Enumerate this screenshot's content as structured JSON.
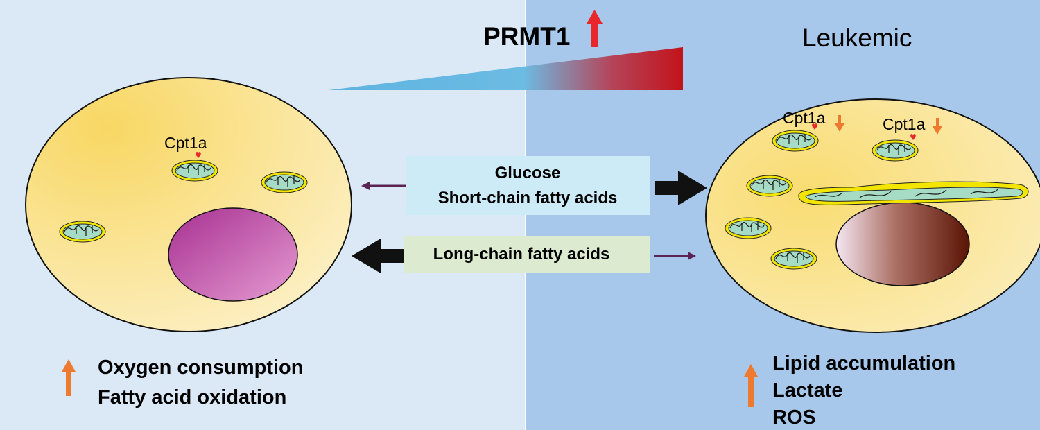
{
  "header": {
    "title": "PRMT1",
    "right_label": "Leukemic"
  },
  "cells": {
    "left": {
      "mito_label": "Cpt1a"
    },
    "right": {
      "mito_label_1": "Cpt1a",
      "mito_label_2": "Cpt1a"
    }
  },
  "center": {
    "box1_line1": "Glucose",
    "box1_line2": "Short-chain fatty acids",
    "box2_line1": "Long-chain fatty acids"
  },
  "bottom_left": {
    "items": [
      "Oxygen consumption",
      "Fatty acid oxidation"
    ]
  },
  "bottom_right": {
    "items": [
      "Lipid accumulation",
      "Lactate",
      "ROS"
    ]
  },
  "colors": {
    "left_bg": "#dbe8f6",
    "right_bg": "#a7c8ea",
    "cell_fill": "#fbe7a6",
    "mito_outer": "#f2e600",
    "mito_inner": "#9fd7c2",
    "nucleus_left": "#b43a9e",
    "up_arrow_red": "#e8262b",
    "up_arrow_orange": "#ee7a30",
    "glucose_box": "#cdebf7",
    "lcfa_box": "#dcebcf",
    "thin_arrow": "#5a2354"
  }
}
